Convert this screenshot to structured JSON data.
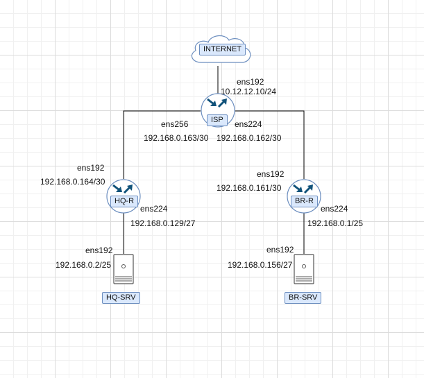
{
  "nodes": {
    "internet": {
      "label": "INTERNET"
    },
    "isp": {
      "label": "ISP"
    },
    "hq_r": {
      "label": "HQ-R"
    },
    "br_r": {
      "label": "BR-R"
    },
    "hq_srv": {
      "label": "HQ-SRV"
    },
    "br_srv": {
      "label": "BR-SRV"
    }
  },
  "interfaces": {
    "isp_up": {
      "name": "ens192",
      "ip": "10.12.12.10/24"
    },
    "isp_left": {
      "name": "ens256",
      "ip": "192.168.0.163/30"
    },
    "isp_right": {
      "name": "ens224",
      "ip": "192.168.0.162/30"
    },
    "hq_r_up": {
      "name": "ens192",
      "ip": "192.168.0.164/30"
    },
    "hq_r_down": {
      "name": "ens224",
      "ip": "192.168.0.129/27"
    },
    "br_r_up": {
      "name": "ens192",
      "ip": "192.168.0.161/30"
    },
    "br_r_down": {
      "name": "ens224",
      "ip": "192.168.0.1/25"
    },
    "hq_srv": {
      "name": "ens192",
      "ip": "192.168.0.2/25"
    },
    "br_srv": {
      "name": "ens192",
      "ip": "192.168.0.156/27"
    }
  },
  "colors": {
    "device_fill": "#dae8fc",
    "device_border": "#6c8ebf",
    "icon": "#10527a",
    "link": "#000000"
  }
}
